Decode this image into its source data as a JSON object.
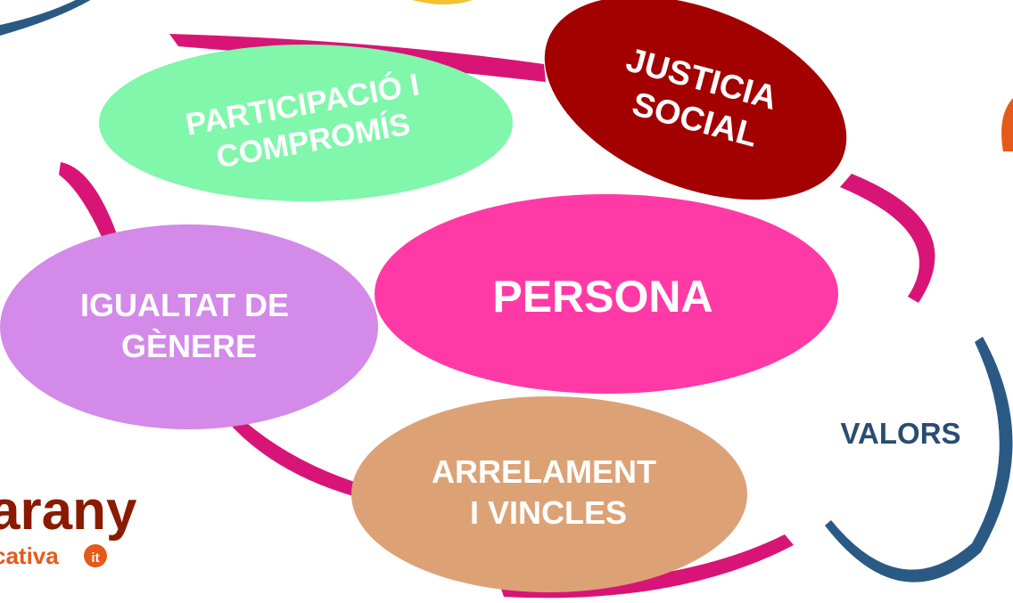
{
  "diagram": {
    "center": {
      "text": "PERSONA",
      "color": "#ff3aa6"
    },
    "values": [
      {
        "id": "participacio",
        "lines": [
          "PARTICIPACIÓ I",
          "COMPROMÍS"
        ],
        "color": "#80f7ab",
        "text_color": "#ffffff"
      },
      {
        "id": "justicia",
        "lines": [
          "JUSTICIA",
          "SOCIAL"
        ],
        "color": "#a30000",
        "text_color": "#ffffff"
      },
      {
        "id": "igualtat",
        "lines": [
          "IGUALTAT DE",
          "GÈNERE"
        ],
        "color": "#d38ae8",
        "text_color": "#ffffff"
      },
      {
        "id": "arrelament",
        "lines": [
          "ARRELAMENT",
          "I VINCLES"
        ],
        "color": "#dca276",
        "text_color": "#ffffff"
      }
    ],
    "bracket_label": {
      "text": "VALORS",
      "color": "#2a4c72"
    },
    "ring_color": "#d81577",
    "accent_blue": "#2a5a84"
  },
  "logo": {
    "line1": "arany",
    "line2": "cativa",
    "badge": "it",
    "color": "#8a1a00",
    "accent": "#e55a1a"
  }
}
